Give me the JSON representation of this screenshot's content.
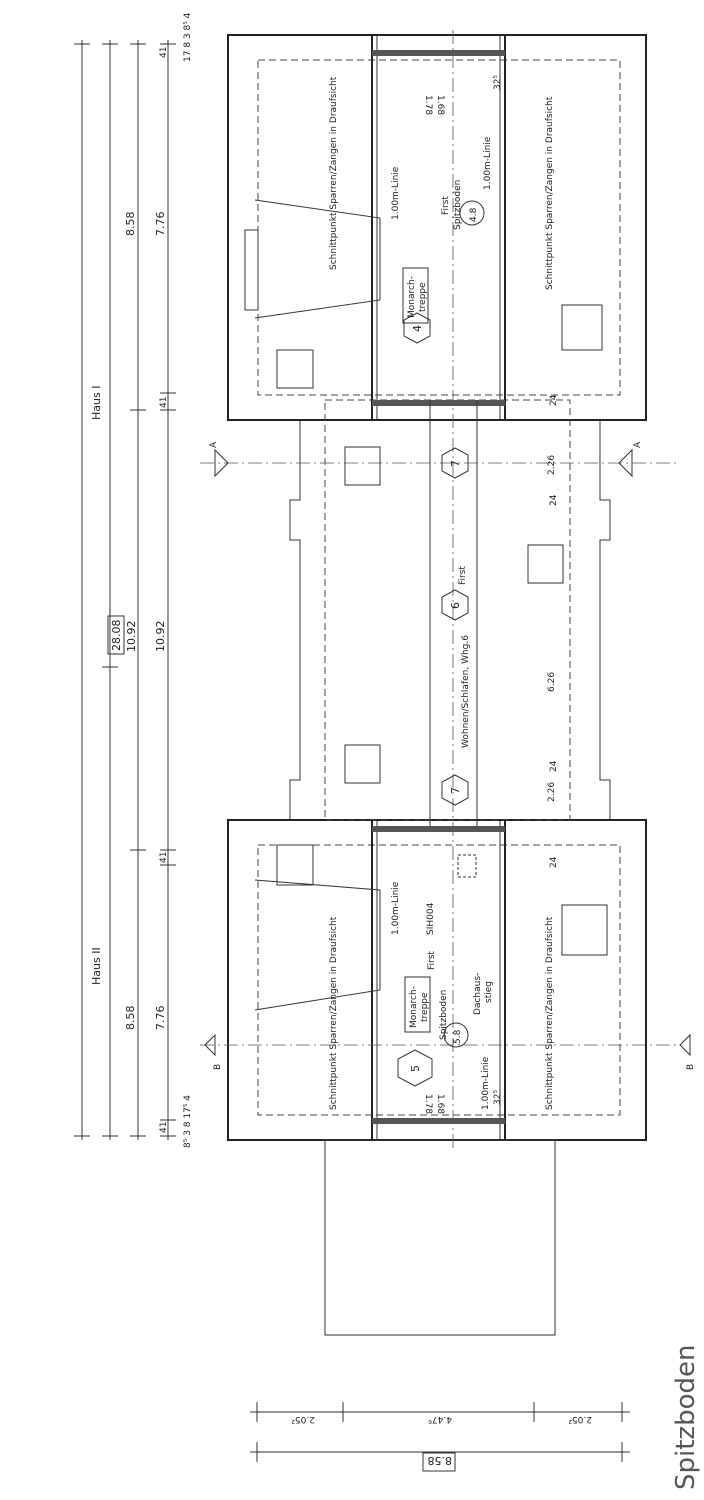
{
  "title": "Spitzboden",
  "houses": {
    "haus1": "Haus I",
    "haus2": "Haus II"
  },
  "dimensions": {
    "total": "28.08",
    "h1_outer": "8.58",
    "h1_inner": "7.76",
    "mid_outer": "10.92",
    "mid_inner": "10.92",
    "h2_outer": "8.58",
    "h2_inner": "7.76",
    "wall_a": "41",
    "wall_b": "41",
    "wall_c": "41",
    "wall_d": "41",
    "top_small": "17 8 3 8⁵ 4",
    "bottom_small": "8⁵ 3 8 17⁵ 4",
    "depth_left": "2.05²",
    "depth_mid": "4.47⁶",
    "depth_right": "2.05²",
    "depth_total": "8.58",
    "link_a": "2.26",
    "link_b": "6.26",
    "link_c": "2.26",
    "w24_a": "24",
    "w24_b": "24",
    "w24_c": "24",
    "w24_d": "24",
    "stair_a": "1.68",
    "stair_b": "1.78",
    "stair_c": "1.68",
    "stair_d": "1.78",
    "d325_a": "32⁵",
    "d325_b": "32⁵"
  },
  "rooms": {
    "r4": "4",
    "r5": "5",
    "r6": "6",
    "r7a": "7",
    "r7b": "7",
    "level_48": "4.8",
    "level_58": "5.8"
  },
  "labels": {
    "schnitt": "Schnittpunkt Sparren/Zangen in Draufsicht",
    "linie": "1.00m-Linie",
    "monarch1": "Monarch-",
    "monarch2": "treppe",
    "first": "First",
    "spitzboden": "Spitzboden",
    "wohnen": "Wohnen/Schlafen, Whg.6",
    "dachaus1": "Dachaus-",
    "dachaus2": "stieg",
    "sih": "SIH004",
    "section_a": "A",
    "section_b": "B"
  }
}
